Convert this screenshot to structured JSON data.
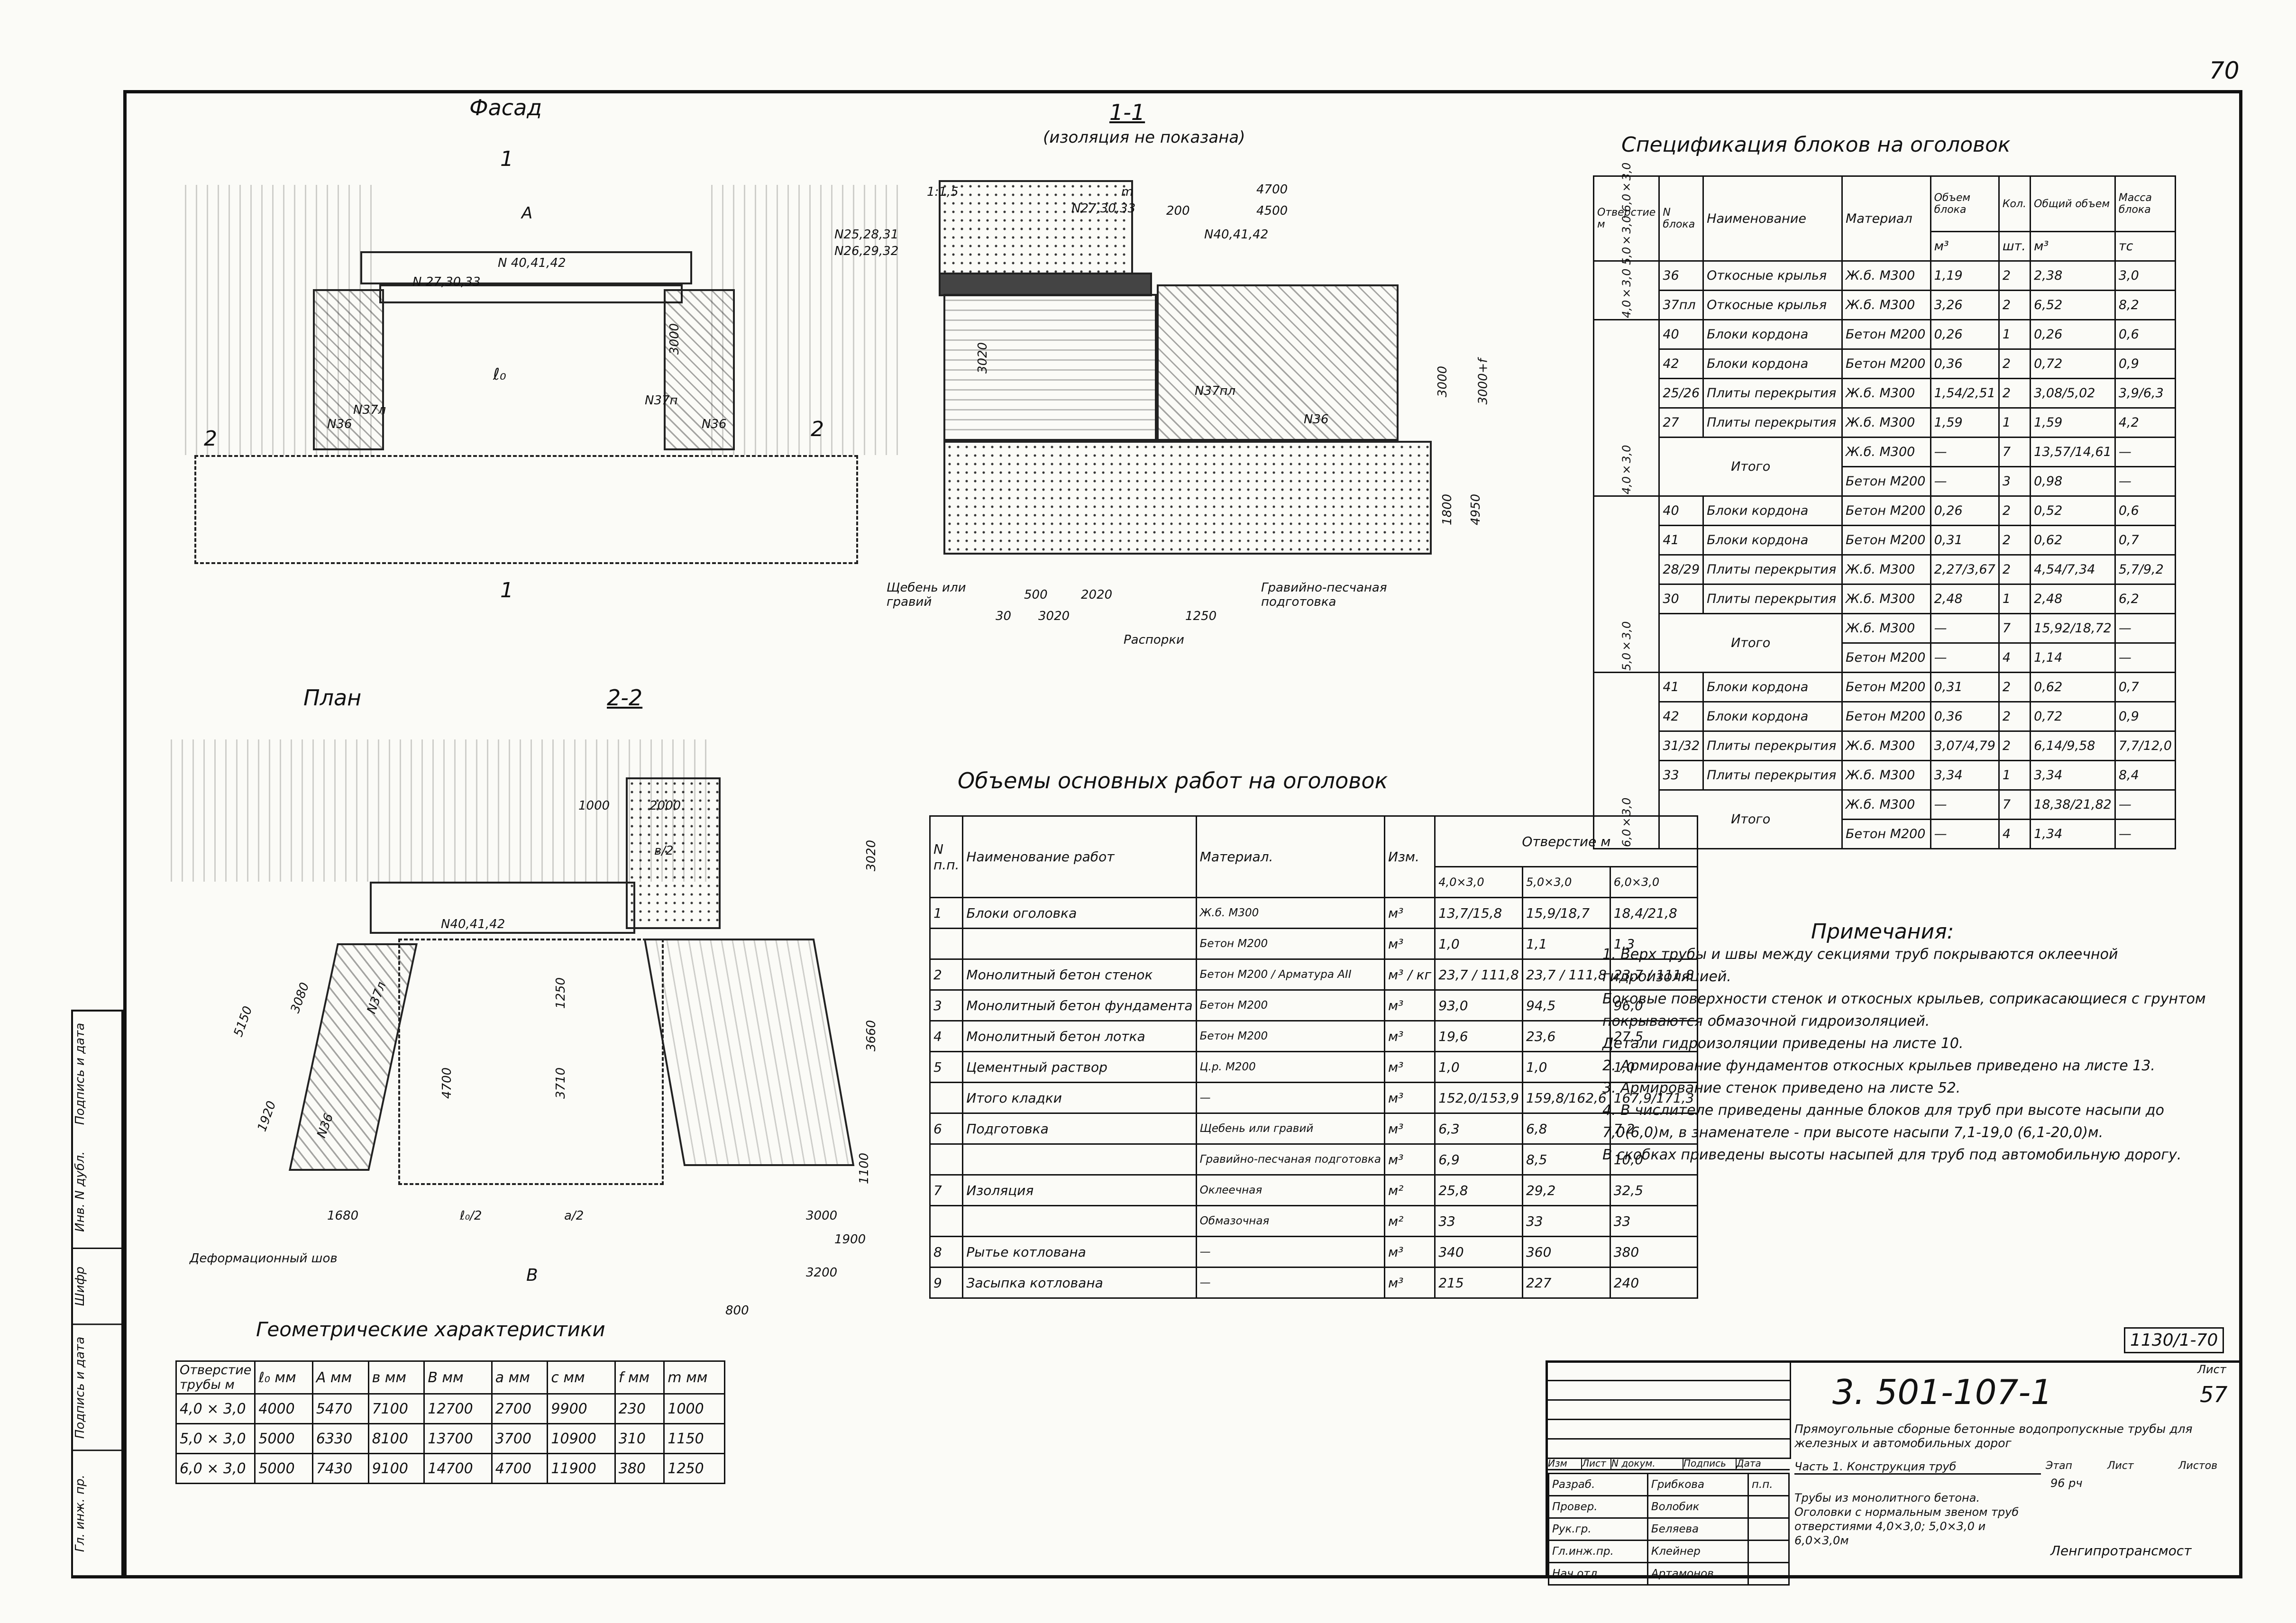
{
  "sheet_number": "70",
  "code": "1130/1-70",
  "drawing_titles": {
    "facade": "Фасад",
    "section_1": "1-1",
    "section_1_note": "(изоляция не показана)",
    "plan": "План",
    "section_2": "2-2",
    "spec": "Спецификация блоков на оголовок",
    "volumes": "Объемы основных работ на оголовок",
    "geometry": "Геометрические характеристики",
    "notes": "Примечания:"
  },
  "facade_labels": {
    "a": "A",
    "top_block": "N 40,41,42",
    "beam": "N 27,30,33",
    "height": "3000",
    "e0": "ℓ₀",
    "left_wing": "N37л",
    "right_wing": "N37п",
    "n36": "N36",
    "sec1": "1",
    "sec2": "2"
  },
  "section1_labels": {
    "slope": "1:1,5",
    "m": "m",
    "n": "N27,30,33",
    "d4700": "4700",
    "d4500": "4500",
    "d200": "200",
    "n404142": "N40,41,42",
    "n252831": "N25,28,31",
    "n262932": "N26,29,32",
    "h3020": "3020",
    "n37pl": "N37пл",
    "n36": "N36",
    "h3000": "3000",
    "h3000f": "3000+f",
    "h1800": "1800",
    "h4950": "4950",
    "d500": "500",
    "d2020": "2020",
    "d3020": "3020",
    "d1250": "1250",
    "d30": "30",
    "gravel": "Щебень или гравий",
    "sand": "Гравийно-песчаная подготовка",
    "spacers": "Распорки"
  },
  "plan_labels": {
    "n404142": "N40,41,42",
    "d1000": "1000",
    "d2000": "2000",
    "b2": "в/2",
    "d3020": "3020",
    "d3660": "3660",
    "d4700": "4700",
    "d3710": "3710",
    "d1250": "1250",
    "d5150": "5150",
    "d3080": "3080",
    "d1920": "1920",
    "d1680": "1680",
    "e02": "ℓ₀/2",
    "a2": "a/2",
    "d3000": "3000",
    "d1900": "1900",
    "d3200": "3200",
    "d800": "800",
    "d1100": "1100",
    "joint": "Деформационный шов",
    "bigB": "B",
    "n37l": "N37л",
    "n36": "N36"
  },
  "spec": {
    "headers": [
      "Отверстие м",
      "N блока",
      "Наименование",
      "Материал",
      "Объем блока",
      "Кол.",
      "Общий объем",
      "Масса блока"
    ],
    "units": [
      "",
      "",
      "",
      "",
      "м³",
      "шт.",
      "м³",
      "тс"
    ],
    "groups": [
      {
        "opening": "4,0×3,0 5,0×3,0 6,0×3,0",
        "rows": [
          [
            "36",
            "Откосные крылья",
            "Ж.б. М300",
            "1,19",
            "2",
            "2,38",
            "3,0"
          ],
          [
            "37пл",
            "Откосные крылья",
            "Ж.б. М300",
            "3,26",
            "2",
            "6,52",
            "8,2"
          ]
        ]
      },
      {
        "opening": "4,0×3,0",
        "rows": [
          [
            "40",
            "Блоки кордона",
            "Бетон М200",
            "0,26",
            "1",
            "0,26",
            "0,6"
          ],
          [
            "42",
            "Блоки кордона",
            "Бетон М200",
            "0,36",
            "2",
            "0,72",
            "0,9"
          ],
          [
            "25/26",
            "Плиты перекрытия",
            "Ж.б. М300",
            "1,54/2,51",
            "2",
            "3,08/5,02",
            "3,9/6,3"
          ],
          [
            "27",
            "Плиты перекрытия",
            "Ж.б. М300",
            "1,59",
            "1",
            "1,59",
            "4,2"
          ]
        ],
        "total": {
          "label": "Итого",
          "rows": [
            [
              "Ж.б. М300",
              "—",
              "7",
              "13,57/14,61",
              "—"
            ],
            [
              "Бетон М200",
              "—",
              "3",
              "0,98",
              "—"
            ]
          ]
        }
      },
      {
        "opening": "5,0×3,0",
        "rows": [
          [
            "40",
            "Блоки кордона",
            "Бетон М200",
            "0,26",
            "2",
            "0,52",
            "0,6"
          ],
          [
            "41",
            "Блоки кордона",
            "Бетон М200",
            "0,31",
            "2",
            "0,62",
            "0,7"
          ],
          [
            "28/29",
            "Плиты перекрытия",
            "Ж.б. М300",
            "2,27/3,67",
            "2",
            "4,54/7,34",
            "5,7/9,2"
          ],
          [
            "30",
            "Плиты перекрытия",
            "Ж.б. М300",
            "2,48",
            "1",
            "2,48",
            "6,2"
          ]
        ],
        "total": {
          "label": "Итого",
          "rows": [
            [
              "Ж.б. М300",
              "—",
              "7",
              "15,92/18,72",
              "—"
            ],
            [
              "Бетон М200",
              "—",
              "4",
              "1,14",
              "—"
            ]
          ]
        }
      },
      {
        "opening": "6,0×3,0",
        "rows": [
          [
            "41",
            "Блоки кордона",
            "Бетон М200",
            "0,31",
            "2",
            "0,62",
            "0,7"
          ],
          [
            "42",
            "Блоки кордона",
            "Бетон М200",
            "0,36",
            "2",
            "0,72",
            "0,9"
          ],
          [
            "31/32",
            "Плиты перекрытия",
            "Ж.б. М300",
            "3,07/4,79",
            "2",
            "6,14/9,58",
            "7,7/12,0"
          ],
          [
            "33",
            "Плиты перекрытия",
            "Ж.б. М300",
            "3,34",
            "1",
            "3,34",
            "8,4"
          ]
        ],
        "total": {
          "label": "Итого",
          "rows": [
            [
              "Ж.б. М300",
              "—",
              "7",
              "18,38/21,82",
              "—"
            ],
            [
              "Бетон М200",
              "—",
              "4",
              "1,34",
              "—"
            ]
          ]
        }
      }
    ]
  },
  "volumes": {
    "headers": [
      "N п.п.",
      "Наименование работ",
      "Материал.",
      "Изм.",
      "Отверстие м"
    ],
    "openings": [
      "4,0×3,0",
      "5,0×3,0",
      "6,0×3,0"
    ],
    "rows": [
      [
        "1",
        "Блоки оголовка",
        "Ж.б. М300",
        "м³",
        "13,7/15,8",
        "15,9/18,7",
        "18,4/21,8"
      ],
      [
        "",
        "",
        "Бетон М200",
        "м³",
        "1,0",
        "1,1",
        "1,3"
      ],
      [
        "2",
        "Монолитный бетон стенок",
        "Бетон М200 / Арматура АII",
        "м³ / кг",
        "23,7 / 111,8",
        "23,7 / 111,8",
        "23,7 / 111,8"
      ],
      [
        "3",
        "Монолитный бетон фундамента",
        "Бетон М200",
        "м³",
        "93,0",
        "94,5",
        "96,0"
      ],
      [
        "4",
        "Монолитный бетон лотка",
        "Бетон М200",
        "м³",
        "19,6",
        "23,6",
        "27,5"
      ],
      [
        "5",
        "Цементный раствор",
        "Ц.р. М200",
        "м³",
        "1,0",
        "1,0",
        "1,0"
      ],
      [
        "",
        "Итого кладки",
        "—",
        "м³",
        "152,0/153,9",
        "159,8/162,6",
        "167,9/171,3"
      ],
      [
        "6",
        "Подготовка",
        "Щебень или гравий",
        "м³",
        "6,3",
        "6,8",
        "7,2"
      ],
      [
        "",
        "",
        "Гравийно-песчаная подготовка",
        "м³",
        "6,9",
        "8,5",
        "10,0"
      ],
      [
        "7",
        "Изоляция",
        "Оклеечная",
        "м²",
        "25,8",
        "29,2",
        "32,5"
      ],
      [
        "",
        "",
        "Обмазочная",
        "м²",
        "33",
        "33",
        "33"
      ],
      [
        "8",
        "Рытье котлована",
        "—",
        "м³",
        "340",
        "360",
        "380"
      ],
      [
        "9",
        "Засыпка котлована",
        "—",
        "м³",
        "215",
        "227",
        "240"
      ]
    ]
  },
  "geometry": {
    "headers": [
      "Отверстие трубы м",
      "ℓ₀ мм",
      "A мм",
      "в мм",
      "B мм",
      "a мм",
      "c мм",
      "f мм",
      "m мм"
    ],
    "rows": [
      [
        "4,0 × 3,0",
        "4000",
        "5470",
        "7100",
        "12700",
        "2700",
        "9900",
        "230",
        "1000"
      ],
      [
        "5,0 × 3,0",
        "5000",
        "6330",
        "8100",
        "13700",
        "3700",
        "10900",
        "310",
        "1150"
      ],
      [
        "6,0 × 3,0",
        "5000",
        "7430",
        "9100",
        "14700",
        "4700",
        "11900",
        "380",
        "1250"
      ]
    ]
  },
  "notes": [
    "1. Верх трубы и швы между секциями труб покрываются оклеечной гидроизоляцией.",
    "Боковые поверхности стенок и откосных крыльев, соприкасающиеся с грунтом покрываются обмазочной гидроизоляцией.",
    "Детали гидроизоляции приведены на листе 10.",
    "2. Армирование фундаментов откосных крыльев приведено на листе 13.",
    "3. Армирование стенок приведено на листе 52.",
    "4. В числителе приведены данные блоков для труб при высоте насыпи до 7,0(6,0)м, в знаменателе - при высоте насыпи 7,1-19,0 (6,1-20,0)м.",
    "В скобках приведены высоты насыпей для труб под автомобильную дорогу."
  ],
  "stamp": {
    "doc_number": "3. 501-107-1",
    "sheet_label": "Лист",
    "sheet": "57",
    "title": "Прямоугольные сборные бетонные водопропускные трубы для железных и автомобильных дорог",
    "part": "Часть 1. Конструкция труб",
    "stage_label": "Этап",
    "list_label": "Лист",
    "lists_label": "Листов",
    "drawing_name": "Трубы из монолитного бетона. Оголовки с нормальным звеном труб отверстиями 4,0×3,0; 5,0×3,0 и 6,0×3,0м",
    "org": "Ленгипротрансмост",
    "stage": "96 рч",
    "col_headers": [
      "Изм",
      "Лист",
      "N докум.",
      "Подпись",
      "Дата"
    ],
    "people": [
      [
        "Разраб.",
        "Грибкова",
        "п.п."
      ],
      [
        "Провер.",
        "Волобик",
        ""
      ],
      [
        "Рук.гр.",
        "Беляева",
        ""
      ],
      [
        "Гл.инж.пр.",
        "Клейнер",
        ""
      ],
      [
        "Нач.отд.",
        "Артамонов",
        ""
      ]
    ]
  },
  "side_stamp": [
    "Гл. инж. пр.",
    "Подпись и дата",
    "Шифр",
    "Инв. N дубл.",
    "Подпись и дата"
  ]
}
